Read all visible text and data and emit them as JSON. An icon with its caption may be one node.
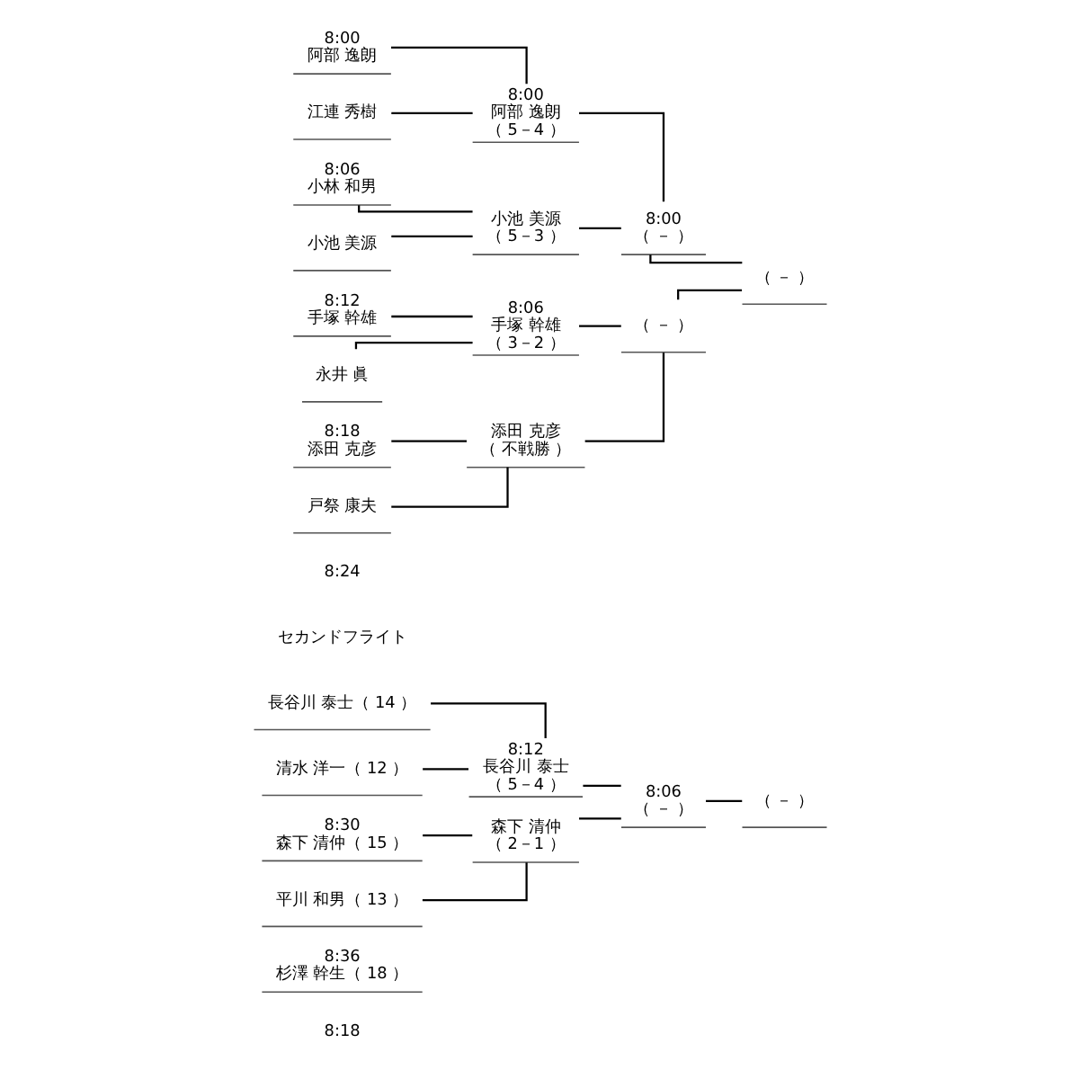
{
  "diagram": {
    "nodes": [
      {
        "text": [
          "8:00",
          "阿部 逸朗"
        ]
      },
      {
        "text": [
          "江連 秀樹"
        ]
      },
      {
        "text": [
          "8:06",
          "小林 和男"
        ]
      },
      {
        "text": [
          "小池 美源"
        ]
      },
      {
        "text": [
          "8:12",
          "手塚 幹雄"
        ]
      },
      {
        "text": [
          "永井 眞"
        ]
      },
      {
        "text": [
          "8:18",
          "添田 克彦"
        ]
      },
      {
        "text": [
          "戸祭 康夫"
        ]
      },
      {
        "text": [
          "8:00",
          "阿部 逸朗",
          "（ 5－4 ）"
        ]
      },
      {
        "text": [
          "小池 美源",
          "（ 5－3 ）"
        ]
      },
      {
        "text": [
          "8:06",
          "手塚 幹雄",
          "（ 3－2 ）"
        ]
      },
      {
        "text": [
          "添田 克彦",
          "（ 不戦勝 ）"
        ]
      },
      {
        "text": [
          "8:00",
          "（ － ）"
        ]
      },
      {
        "text": [
          "（ － ）"
        ]
      },
      {
        "text": [
          "（ － ）"
        ]
      },
      {
        "text": [
          "長谷川 泰士（ 14 ）"
        ]
      },
      {
        "text": [
          "清水 洋一（ 12 ）"
        ]
      },
      {
        "text": [
          "8:30",
          "森下 清仲（ 15 ）"
        ]
      },
      {
        "text": [
          "平川 和男（ 13 ）"
        ]
      },
      {
        "text": [
          "8:36",
          "杉澤 幹生（ 18 ）"
        ]
      },
      {
        "text": [
          "8:12",
          "長谷川 泰士",
          "（ 5－4 ）"
        ]
      },
      {
        "text": [
          "森下 清仲",
          "（ 2－1 ）"
        ]
      },
      {
        "text": [
          "8:06",
          "（ － ）"
        ]
      },
      {
        "text": [
          "（ － ）"
        ]
      }
    ],
    "edges": [
      {
        "from": 0,
        "to": 8,
        "arrow": "none"
      },
      {
        "from": 1,
        "to": 8,
        "arrow": "none"
      },
      {
        "from": 2,
        "to": 9,
        "arrow": "none"
      },
      {
        "from": 3,
        "to": 9,
        "arrow": "none"
      },
      {
        "from": 4,
        "to": 10,
        "arrow": "none"
      },
      {
        "from": 5,
        "to": 10,
        "arrow": "none"
      },
      {
        "from": 6,
        "to": 11,
        "arrow": "none"
      },
      {
        "from": 7,
        "to": 11,
        "arrow": "none"
      },
      {
        "from": 8,
        "to": 12,
        "arrow": "none"
      },
      {
        "from": 9,
        "to": 12,
        "arrow": "none"
      },
      {
        "from": 10,
        "to": 13,
        "arrow": "none"
      },
      {
        "from": 11,
        "to": 13,
        "arrow": "none"
      },
      {
        "from": 12,
        "to": 14,
        "arrow": "none"
      },
      {
        "from": 13,
        "to": 14,
        "arrow": "none"
      },
      {
        "from": 15,
        "to": 20,
        "arrow": "none"
      },
      {
        "from": 16,
        "to": 20,
        "arrow": "none"
      },
      {
        "from": 17,
        "to": 21,
        "arrow": "none"
      },
      {
        "from": 18,
        "to": 21,
        "arrow": "none"
      },
      {
        "from": 20,
        "to": 22,
        "arrow": "none"
      },
      {
        "from": 21,
        "to": 22,
        "arrow": "none"
      },
      {
        "from": 22,
        "to": 23,
        "arrow": "none"
      }
    ],
    "labels": [
      "8:24",
      "セカンドフライト",
      "8:18"
    ]
  }
}
